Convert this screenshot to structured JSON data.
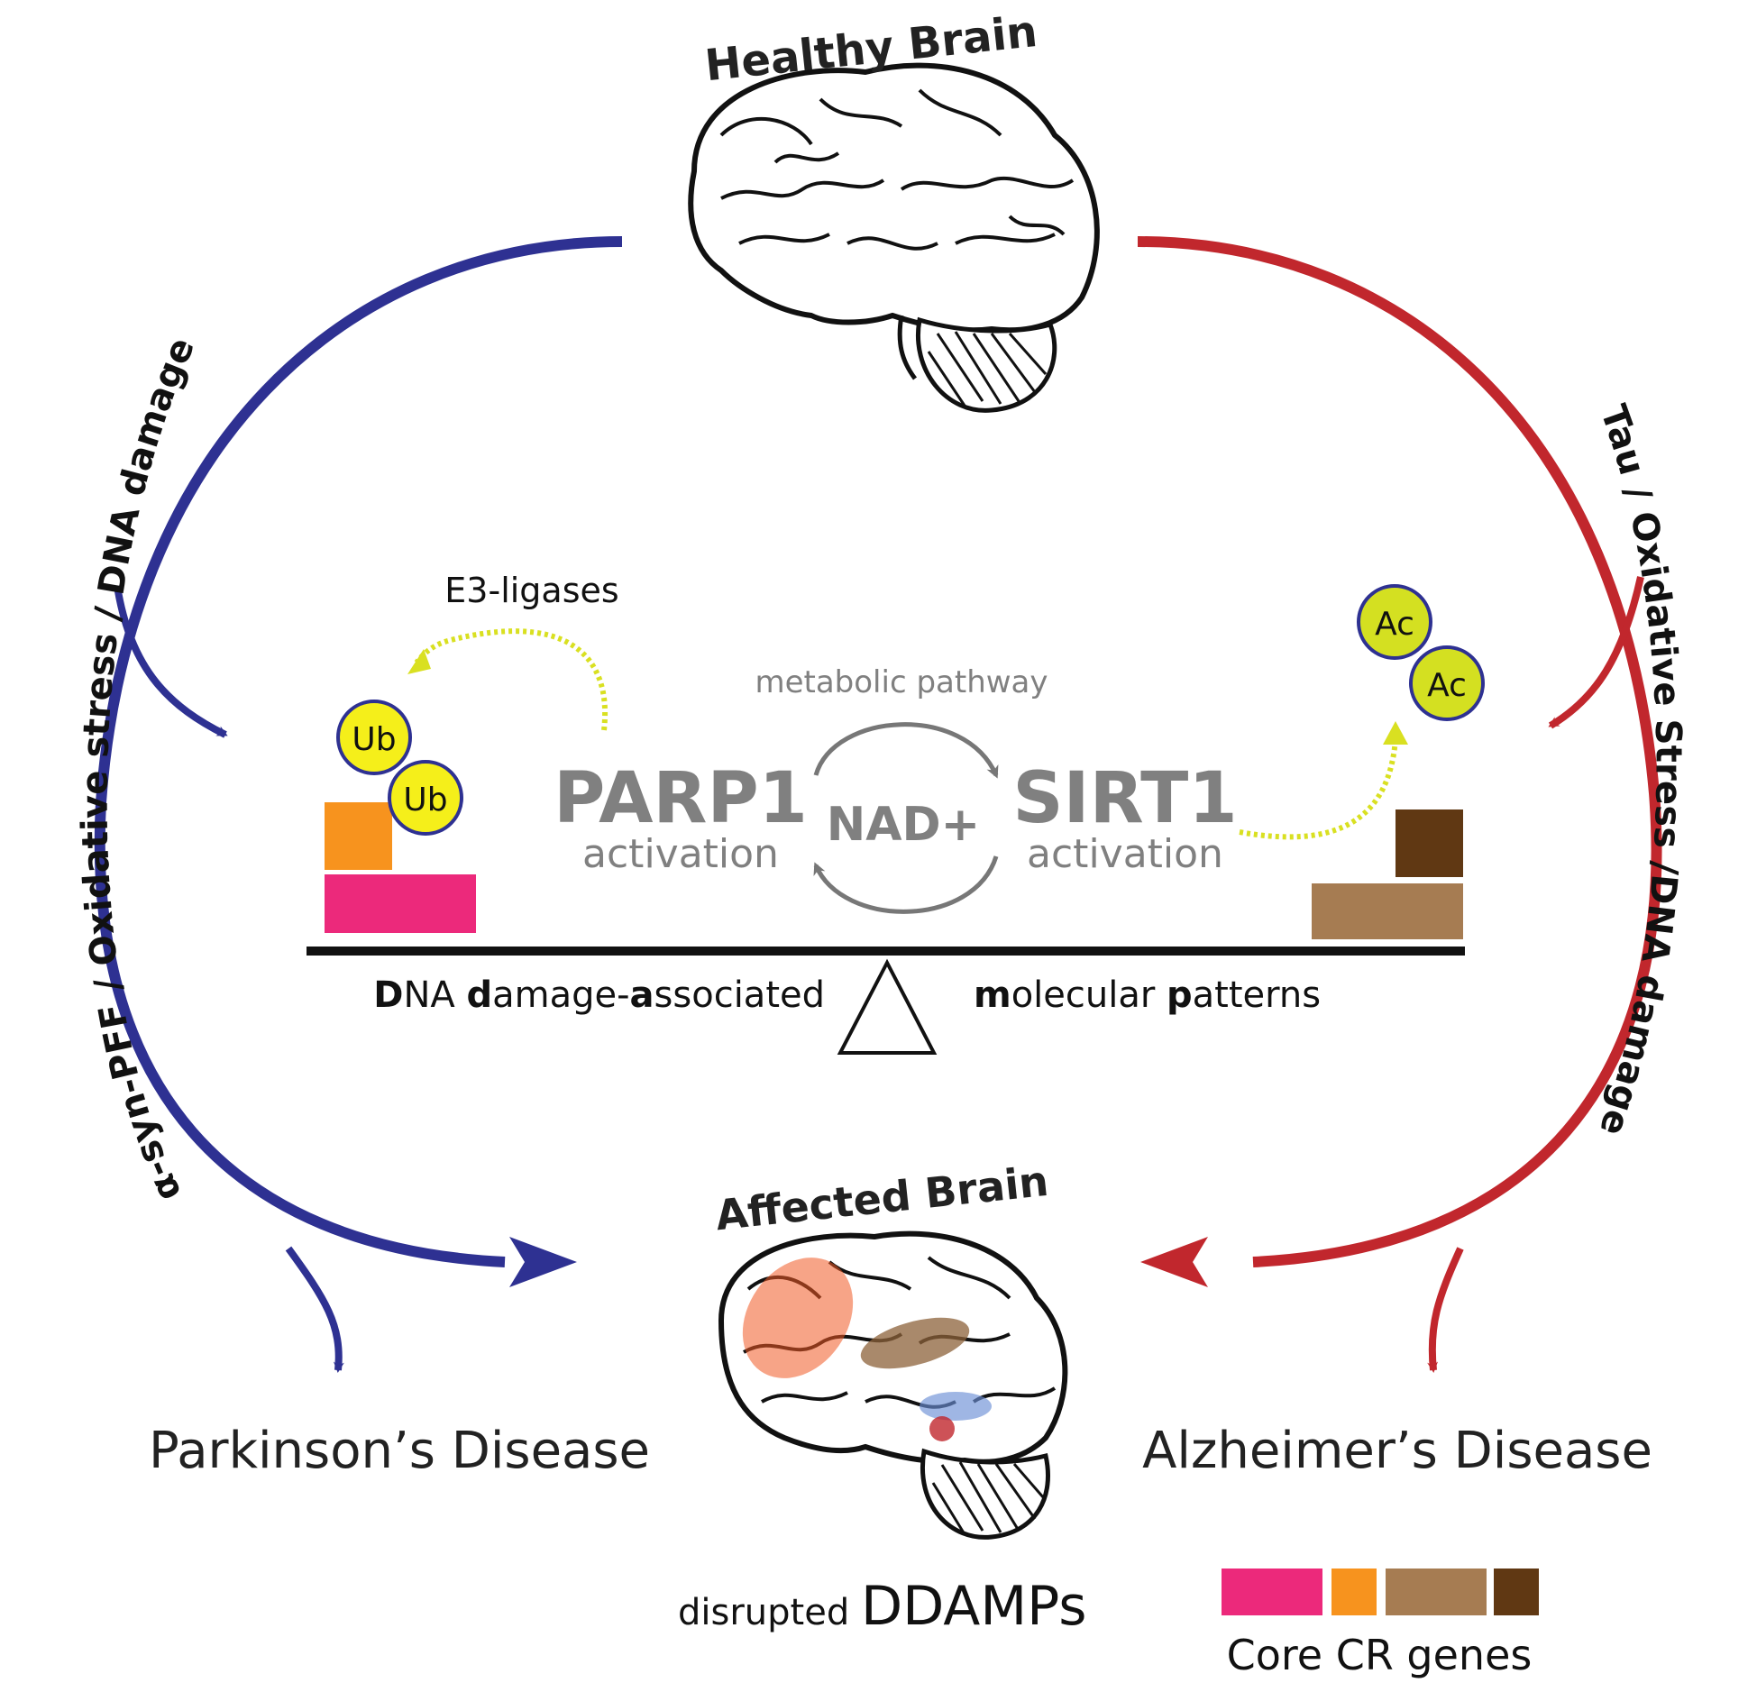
{
  "title_top": "Healthy Brain",
  "title_bottom": "Affected Brain",
  "left_arc_label": "α-syn-PFF / Oxidative stress / DNA damage",
  "right_arc_label": "Tau / Oxidative Stress /DNA damage",
  "left_disease": "Parkinson’s Disease",
  "right_disease": "Alzheimer’s Disease",
  "e3_label": "E3-ligases",
  "ub_label": "Ub",
  "ac_label": "Ac",
  "metabolic_label": "metabolic pathway",
  "parp1_name": "PARP1",
  "parp1_sub": "activation",
  "sirt1_name": "SIRT1",
  "sirt1_sub": "activation",
  "nad_label": "NAD+",
  "ddamp_left": {
    "b1": "D",
    "t1": "NA ",
    "b2": "d",
    "t2": "amage-",
    "b3": "a",
    "t3": "ssociated"
  },
  "ddamp_right": {
    "b1": "m",
    "t1": "olecular ",
    "b2": "p",
    "t2": "atterns"
  },
  "disrupted_small": "disrupted ",
  "disrupted_big": "DDAMPs",
  "legend_label": "Core CR genes",
  "colors": {
    "blue_arrow": "#2e3192",
    "red_arrow": "#c1272d",
    "pink_gene": "#ec297b",
    "orange_gene": "#f7931e",
    "tan_gene": "#a67c52",
    "dark_brown_gene": "#603813",
    "ub_yellow": "#f5ef1a",
    "ac_green": "#d4e021",
    "gray_text": "#808080",
    "dotted_arrow": "#d9e021"
  }
}
